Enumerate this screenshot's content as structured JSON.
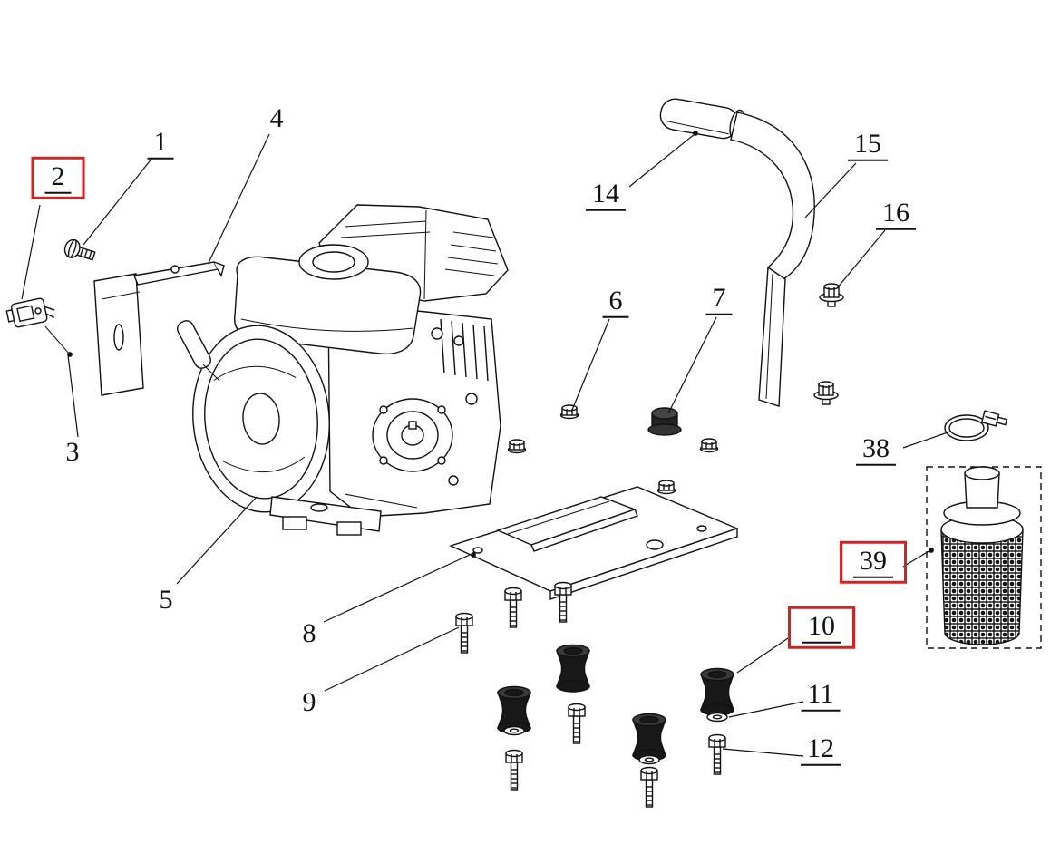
{
  "diagram": {
    "type": "exploded-parts-diagram",
    "subject": "gasoline-engine-water-pump-assembly",
    "highlight_color": "#e31b1b",
    "line_color": "#111111",
    "background_color": "#ffffff",
    "callouts": [
      {
        "text": "1",
        "highlighted": false,
        "underlined": true
      },
      {
        "text": "2",
        "highlighted": true,
        "underlined": true
      },
      {
        "text": "3",
        "highlighted": false,
        "underlined": false
      },
      {
        "text": "4",
        "highlighted": false,
        "underlined": false
      },
      {
        "text": "5",
        "highlighted": false,
        "underlined": false
      },
      {
        "text": "6",
        "highlighted": false,
        "underlined": true
      },
      {
        "text": "7",
        "highlighted": false,
        "underlined": true
      },
      {
        "text": "8",
        "highlighted": false,
        "underlined": false
      },
      {
        "text": "9",
        "highlighted": false,
        "underlined": false
      },
      {
        "text": "10",
        "highlighted": true,
        "underlined": true
      },
      {
        "text": "11",
        "highlighted": false,
        "underlined": true
      },
      {
        "text": "12",
        "highlighted": false,
        "underlined": true
      },
      {
        "text": "14",
        "highlighted": false,
        "underlined": true
      },
      {
        "text": "15",
        "highlighted": false,
        "underlined": true
      },
      {
        "text": "16",
        "highlighted": false,
        "underlined": true
      },
      {
        "text": "38",
        "highlighted": false,
        "underlined": true
      },
      {
        "text": "39",
        "highlighted": true,
        "underlined": true
      }
    ]
  }
}
